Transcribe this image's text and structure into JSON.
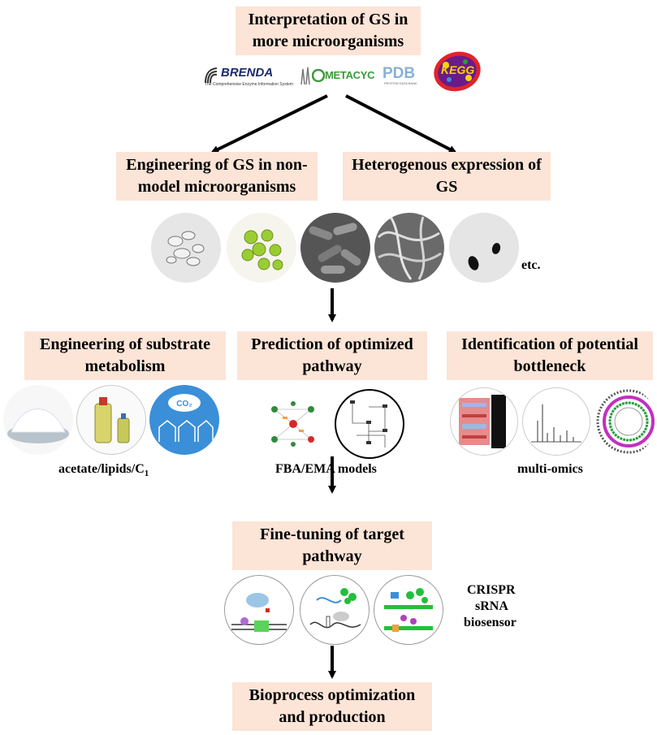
{
  "boxes": {
    "top_line1": "Interpretation of GS in",
    "top_line2": "more microorganisms",
    "left_line1": "Engineering of GS in non-",
    "left_line2": "model microorganisms",
    "right_line1": "Heterogenous expression of",
    "right_line2": "GS",
    "substrate_line1": "Engineering of substrate",
    "substrate_line2": "metabolism",
    "predict_line1": "Prediction of optimized",
    "predict_line2": "pathway",
    "bottleneck_line1": "Identification of potential",
    "bottleneck_line2": "bottleneck",
    "finetune_line1": "Fine-tuning of target",
    "finetune_line2": "pathway",
    "bioprocess_line1": "Bioprocess optimization",
    "bioprocess_line2": "and production"
  },
  "logos": {
    "brenda": "BRENDA",
    "brenda_sub": "The Comprehensive Enzyme Information System",
    "metacyc": "METACYC",
    "pdb": "PDB",
    "pdb_sub": "PROTEIN DATA BANK",
    "kegg": "KEGG"
  },
  "labels": {
    "etc": "etc.",
    "substrates": "acetate/lipids/C",
    "substrates_sub": "1",
    "co2": "CO₂",
    "models": "FBA/EMA models",
    "omics": "multi-omics",
    "crispr": "CRISPR",
    "srna": "sRNA",
    "biosensor": "biosensor"
  },
  "colors": {
    "box_fill": "#fce4d6",
    "arrow": "#000000",
    "algae": "#9acd32",
    "sky": "#3a8fd8",
    "network_green": "#2e8b3e",
    "network_red": "#d62728",
    "biosensor_green": "#22c03a"
  }
}
